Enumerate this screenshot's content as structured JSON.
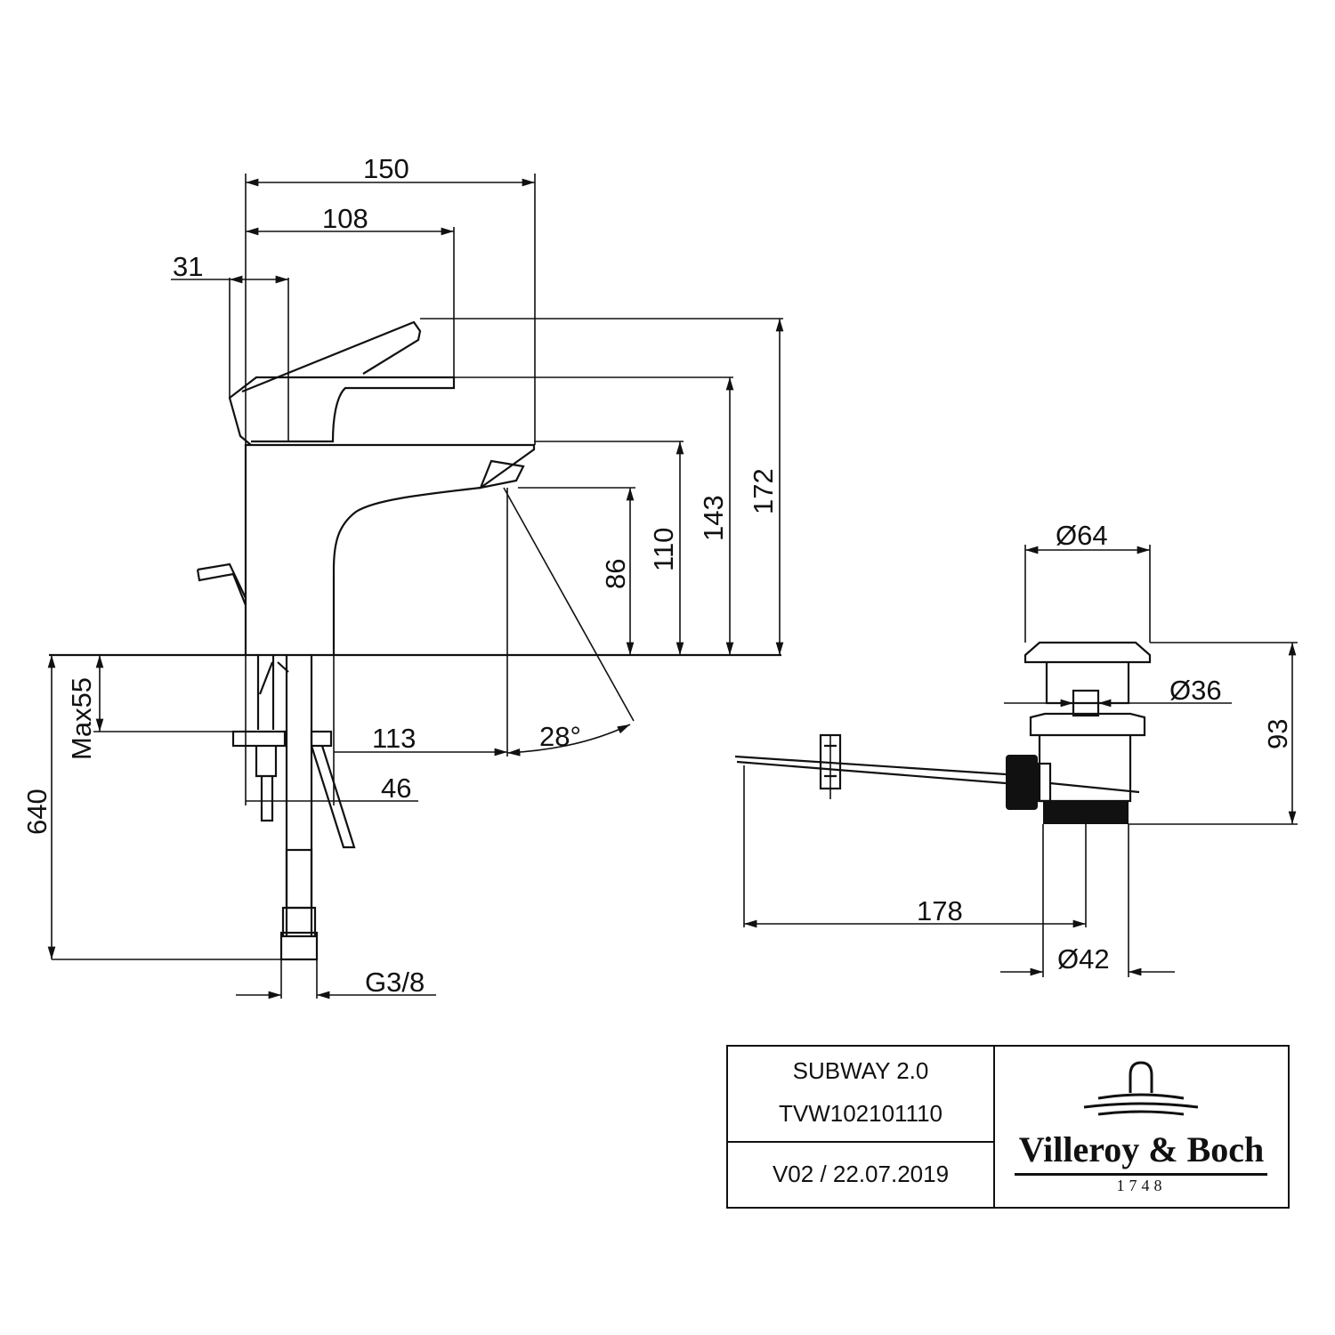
{
  "dimensions": {
    "d150": "150",
    "d108": "108",
    "d31": "31",
    "d172": "172",
    "d143": "143",
    "d110": "110",
    "d86": "86",
    "max55": "Max55",
    "d640": "640",
    "d113": "113",
    "angle28": "28°",
    "d46": "46",
    "g38": "G3/8",
    "dia64": "Ø64",
    "dia36": "Ø36",
    "d93": "93",
    "d178": "178",
    "dia42": "Ø42"
  },
  "title_block": {
    "product": "SUBWAY 2.0",
    "code": "TVW102101110",
    "version": "V02 / 22.07.2019",
    "brand": "Villeroy & Boch",
    "year": "1748"
  }
}
